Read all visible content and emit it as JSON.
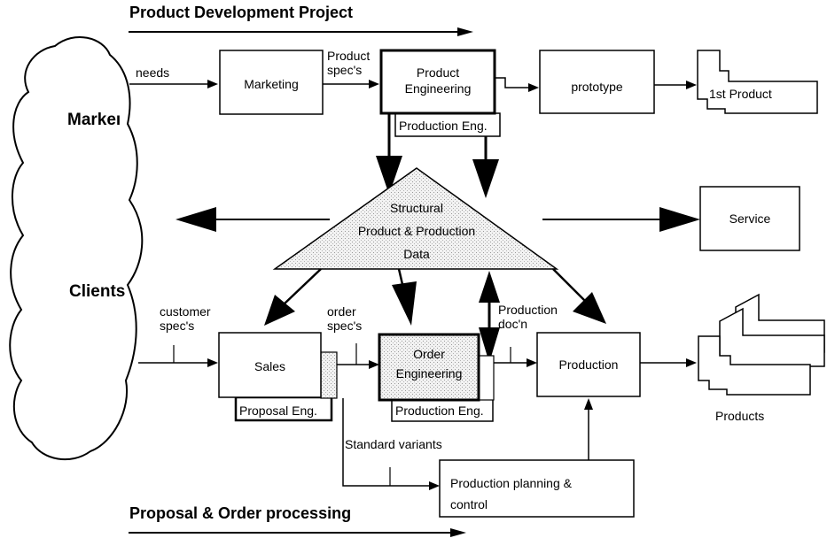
{
  "titles": {
    "top": "Product Development Project",
    "bottom": "Proposal & Order processing"
  },
  "cloud": {
    "upper": "Markeı",
    "lower": "Clients"
  },
  "boxes": {
    "marketing": "Marketing",
    "product_engineering_1": "Product",
    "product_engineering_2": "Engineering",
    "production_eng_top": "Production Eng.",
    "prototype": "prototype",
    "first_product": "1st Product",
    "service": "Service",
    "sales": "Sales",
    "proposal_eng": "Proposal Eng.",
    "order_engineering_1": "Order",
    "order_engineering_2": "Engineering",
    "production_eng_bottom": "Production Eng.",
    "production": "Production",
    "production_planning_1": "Production planning &",
    "production_planning_2": "control",
    "products": "Products"
  },
  "triangle": {
    "line1": "Structural",
    "line2": "Product & Production",
    "line3": "Data"
  },
  "flow_labels": {
    "needs": "needs",
    "product_specs_1": "Product",
    "product_specs_2": "spec's",
    "customer_specs_1": "customer",
    "customer_specs_2": "spec's",
    "order_specs_1": "order",
    "order_specs_2": "spec's",
    "production_docn_1": "Production",
    "production_docn_2": "doc'n",
    "standard_variants": "Standard variants"
  }
}
